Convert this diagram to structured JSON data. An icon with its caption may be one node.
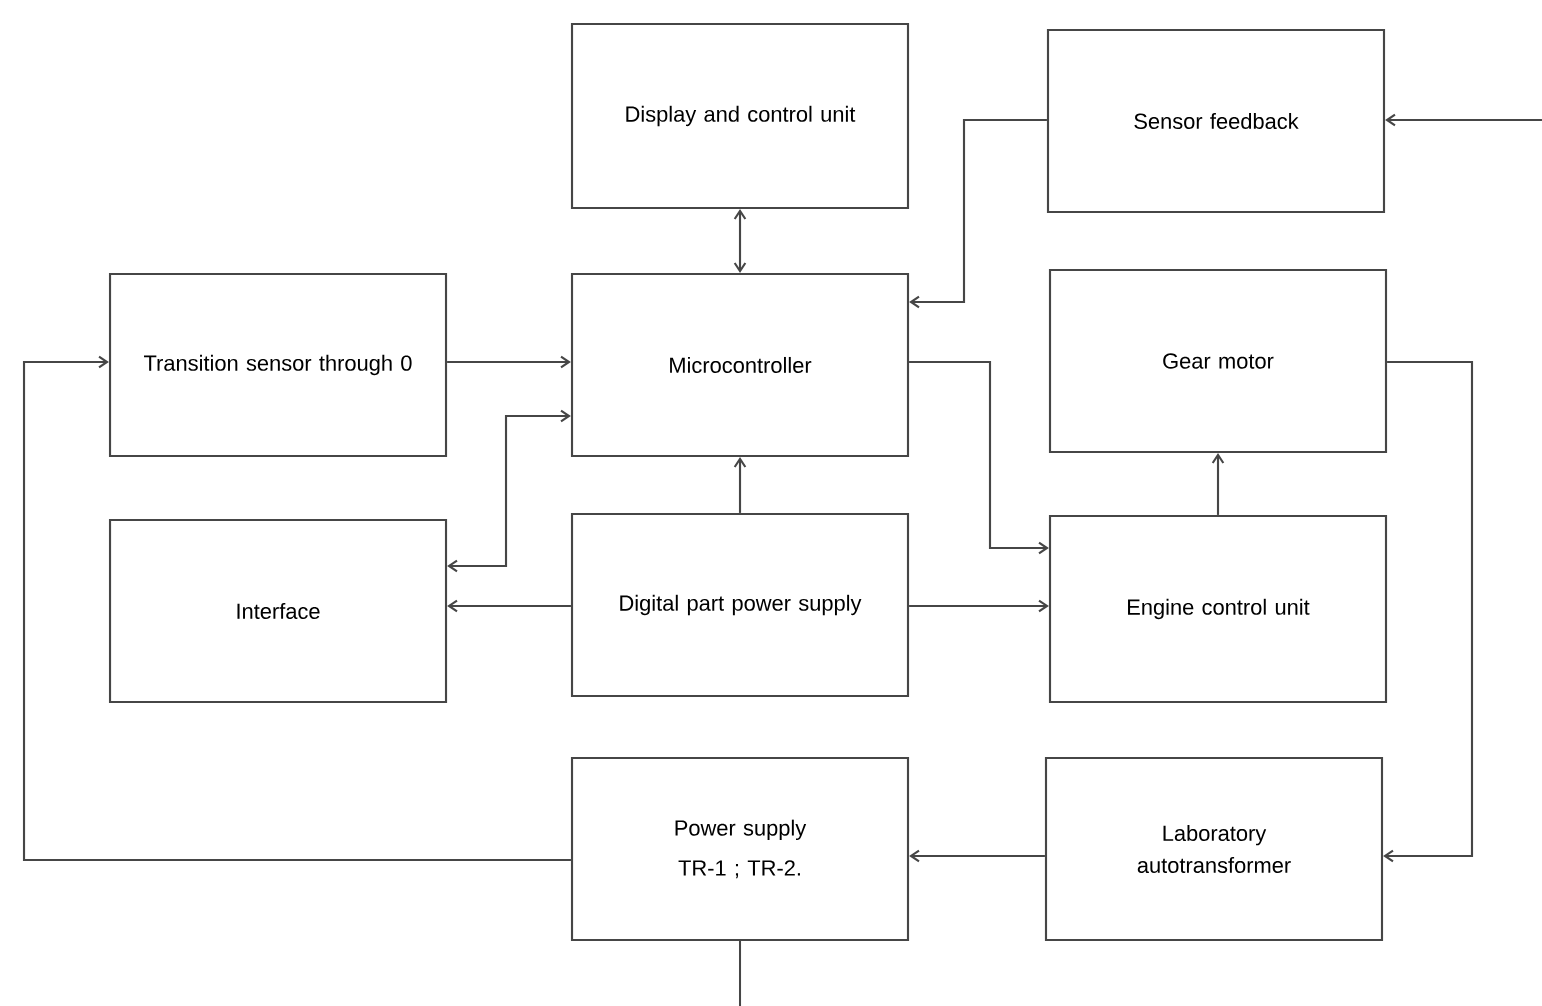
{
  "diagram": {
    "nodes": [
      {
        "text": [
          "Display and control unit"
        ]
      },
      {
        "text": [
          "Sensor feedback"
        ]
      },
      {
        "text": [
          "Transition sensor through 0"
        ]
      },
      {
        "text": [
          "Microcontroller"
        ]
      },
      {
        "text": [
          "Gear motor"
        ]
      },
      {
        "text": [
          "Interface"
        ]
      },
      {
        "text": [
          "Digital part power supply"
        ]
      },
      {
        "text": [
          "Engine control unit"
        ]
      },
      {
        "text": [
          "Power supply",
          "TR-1 ; TR-2."
        ]
      },
      {
        "text": [
          "Laboratory autotransformer"
        ]
      }
    ],
    "edges": [
      {
        "from": 0,
        "to": 3,
        "arrow": "both"
      },
      {
        "from": 1,
        "to": 3,
        "arrow": "to"
      },
      {
        "from": null,
        "to": 1,
        "arrow": "to"
      },
      {
        "from": 2,
        "to": 3,
        "arrow": "to"
      },
      {
        "from": 8,
        "to": 2,
        "arrow": "to"
      },
      {
        "from": 5,
        "to": 3,
        "arrow": "both"
      },
      {
        "from": 6,
        "to": 5,
        "arrow": "to"
      },
      {
        "from": 6,
        "to": 3,
        "arrow": "to"
      },
      {
        "from": 3,
        "to": 7,
        "arrow": "to"
      },
      {
        "from": 6,
        "to": 7,
        "arrow": "to"
      },
      {
        "from": 7,
        "to": 4,
        "arrow": "to"
      },
      {
        "from": 4,
        "to": 9,
        "arrow": "to"
      },
      {
        "from": 9,
        "to": 8,
        "arrow": "to"
      },
      {
        "from": 8,
        "to": null,
        "arrow": "none"
      }
    ]
  }
}
